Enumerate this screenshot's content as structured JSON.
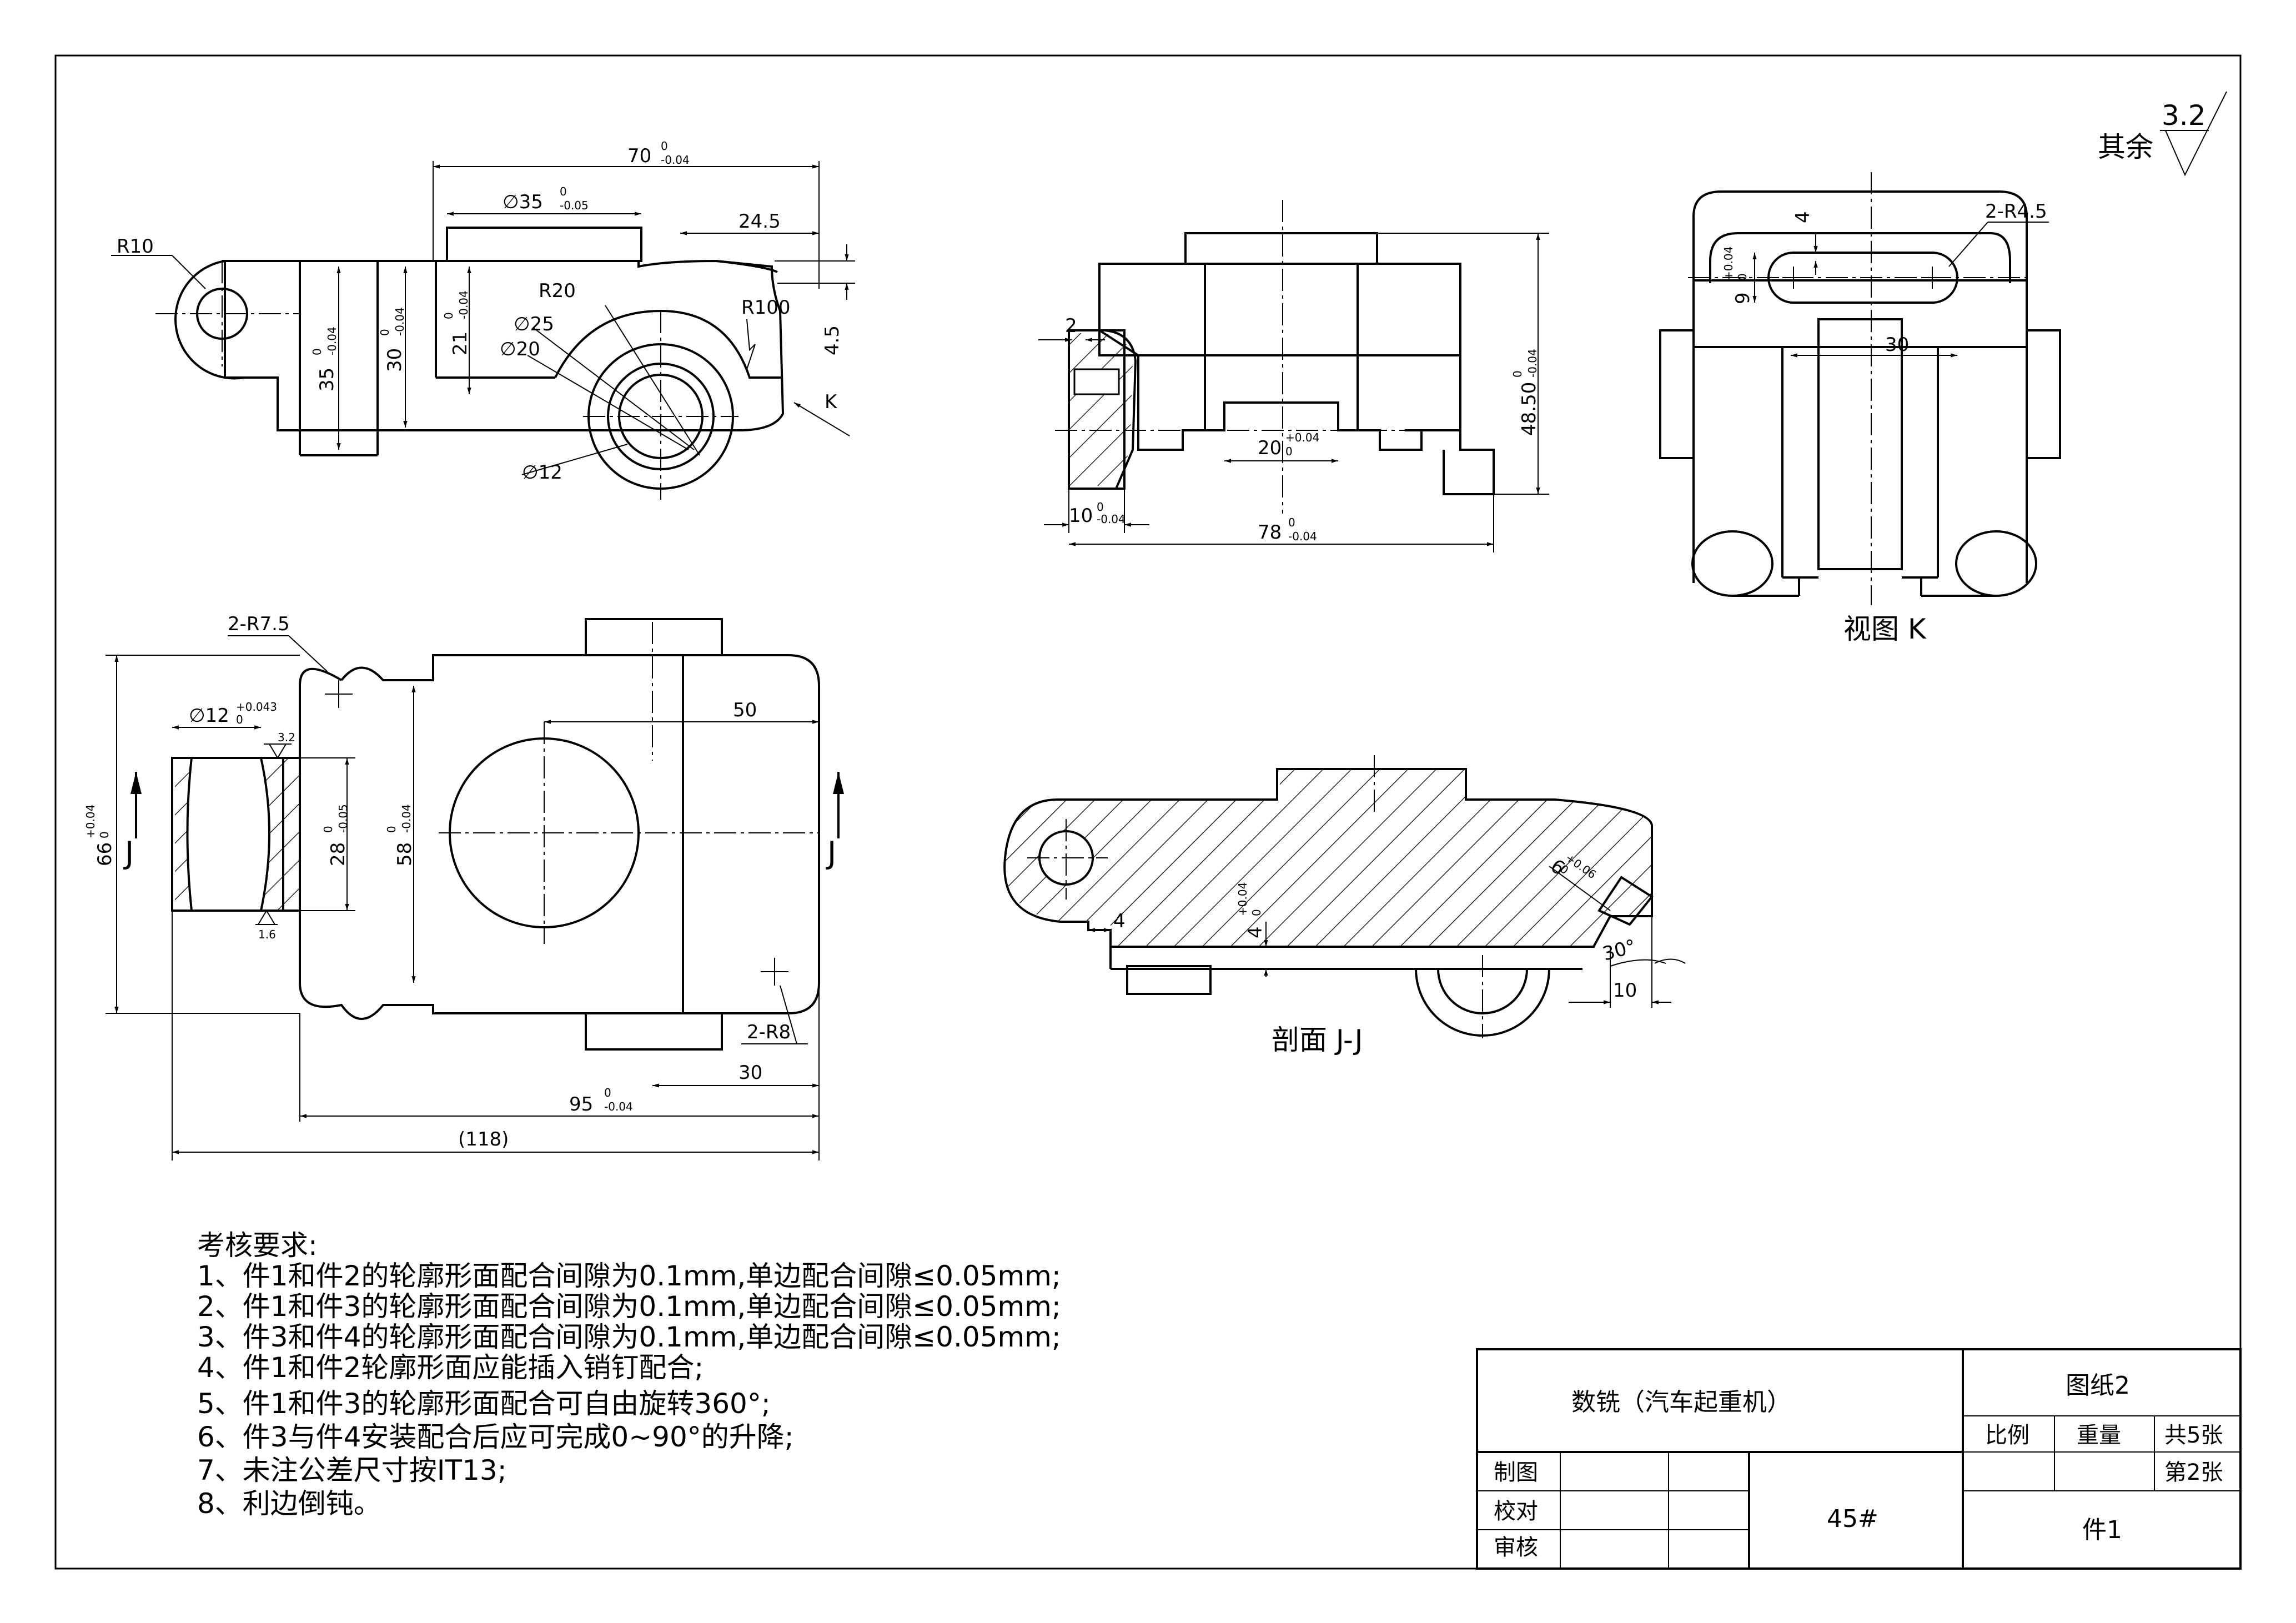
{
  "roughness": {
    "label": "其余",
    "value": "3.2"
  },
  "views": {
    "view_k_title": "视图 K",
    "section_title": "剖面 J-J",
    "section_markers": {
      "left": "J",
      "right": "J"
    },
    "view_arrow": "K"
  },
  "dimensions": {
    "top": {
      "d70": "70",
      "d70_tol_up": "0",
      "d70_tol_low": "-0.04",
      "phi35": "∅35",
      "phi35_tol_up": "0",
      "phi35_tol_low": "-0.05",
      "d24_5": "24.5",
      "r10": "R10",
      "r20": "R20",
      "r100": "R100",
      "phi25": "∅25",
      "phi20": "∅20",
      "phi12": "∅12",
      "d4_5": "4.5",
      "d35": "35",
      "d35_tol_up": "0",
      "d35_tol_low": "-0.04",
      "d30": "30",
      "d30_tol_up": "0",
      "d30_tol_low": "-0.04",
      "d21": "21",
      "d21_tol_up": "0",
      "d21_tol_low": "-0.04"
    },
    "front": {
      "d2": "2",
      "d10": "10",
      "d10_tol_up": "0",
      "d10_tol_low": "-0.04",
      "d20": "20",
      "d20_tol_up": "+0.04",
      "d20_tol_low": "0",
      "d78": "78",
      "d78_tol_up": "0",
      "d78_tol_low": "-0.04",
      "d48_50": "48.50",
      "d48_50_tol_up": "0",
      "d48_50_tol_low": "-0.04"
    },
    "viewk": {
      "r4_5": "2-R4.5",
      "d4": "4",
      "d9": "9",
      "d9_tol_up": "+0.04",
      "d9_tol_low": "0",
      "d30": "30"
    },
    "plan": {
      "r7_5": "2-R7.5",
      "phi12": "∅12",
      "phi12_tol_up": "+0.043",
      "phi12_tol_low": "0",
      "rough_top": "3.2",
      "rough_bottom": "1.6",
      "d50": "50",
      "d66": "66",
      "d66_tol_up": "+0.04",
      "d66_tol_low": "0",
      "d28": "28",
      "d28_tol_up": "0",
      "d28_tol_low": "-0.05",
      "d58": "58",
      "d58_tol_up": "0",
      "d58_tol_low": "-0.04",
      "r8": "2-R8",
      "d30": "30",
      "d95": "95",
      "d95_tol_up": "0",
      "d95_tol_low": "-0.04",
      "d118": "(118)"
    },
    "section": {
      "d4a": "4",
      "d4b": "4",
      "d4b_tol_up": "+0.04",
      "d4b_tol_low": "0",
      "d6": "6",
      "d6_tol_up": "+0.06",
      "d6_tol_low": "0",
      "angle": "30°",
      "d10": "10"
    }
  },
  "notes": {
    "title": "考核要求:",
    "items": [
      "1、件1和件2的轮廓形面配合间隙为0.1mm,单边配合间隙≤0.05mm;",
      "2、件1和件3的轮廓形面配合间隙为0.1mm,单边配合间隙≤0.05mm;",
      "3、件3和件4的轮廓形面配合间隙为0.1mm,单边配合间隙≤0.05mm;",
      "4、件1和件2轮廓形面应能插入销钉配合;",
      "5、件1和件3的轮廓形面配合可自由旋转360°;",
      "6、件3与件4安装配合后应可完成0~90°的升降;",
      "7、未注公差尺寸按IT13;",
      "8、利边倒钝。"
    ]
  },
  "title_block": {
    "name": "数铣（汽车起重机）",
    "drawing_no": "图纸2",
    "scale_label": "比例",
    "weight_label": "重量",
    "total_sheets": "共5张",
    "sheet_no": "第2张",
    "drawn_label": "制图",
    "checked_label": "校对",
    "approved_label": "审核",
    "material": "45#",
    "part": "件1"
  }
}
